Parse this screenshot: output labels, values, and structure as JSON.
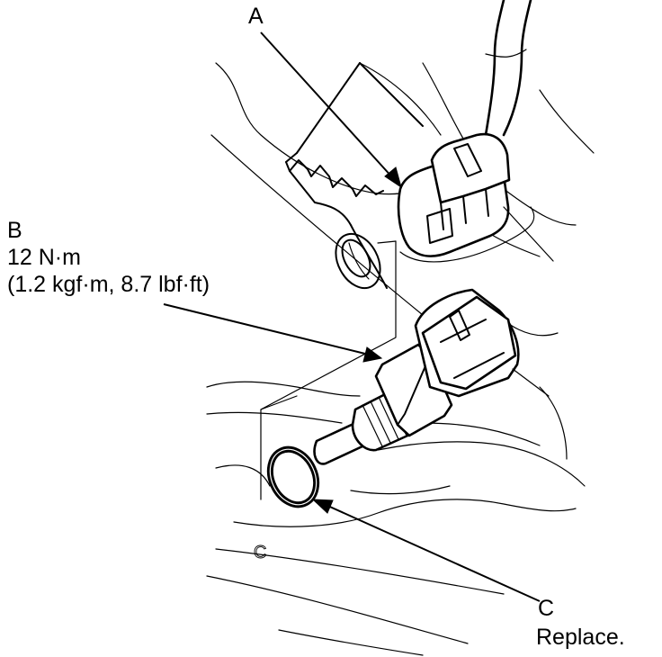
{
  "callouts": {
    "a": {
      "letter": "A"
    },
    "b": {
      "letter": "B",
      "torque": "12 N·m",
      "torque_alt": "(1.2 kgf·m, 8.7 lbf·ft)"
    },
    "c": {
      "letter": "C",
      "note": "Replace."
    }
  },
  "casting_mark": "C"
}
